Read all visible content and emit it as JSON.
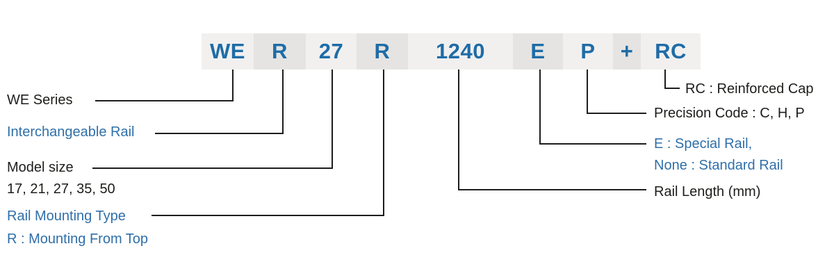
{
  "colors": {
    "bg": "#ffffff",
    "code_blue": "#1e6ca7",
    "label_blue": "#2f6fa9",
    "text_dark": "#1d1d1b",
    "line": "#1d1d1b",
    "seg_light": "#f1f0ef",
    "seg_dark": "#e5e4e2"
  },
  "model_code": {
    "segments": [
      {
        "text": "WE"
      },
      {
        "text": "R"
      },
      {
        "text": "27"
      },
      {
        "text": "R"
      },
      {
        "text": "1240"
      },
      {
        "text": "E"
      },
      {
        "text": "P"
      },
      {
        "text": "+"
      },
      {
        "text": "RC"
      }
    ]
  },
  "callouts": {
    "we_series": {
      "label": "WE Series"
    },
    "interchangeable": {
      "label": "Interchangeable Rail"
    },
    "model_size": {
      "label": "Model size",
      "sub": "17, 21, 27, 35, 50"
    },
    "rail_mounting": {
      "label": "Rail Mounting Type",
      "sub": "R : Mounting From Top"
    },
    "reinforced_cap": {
      "label": "RC : Reinforced Cap"
    },
    "precision_code": {
      "label": "Precision Code : C, H, P"
    },
    "special_rail": {
      "label": "E : Special Rail,",
      "sub": "None : Standard Rail"
    },
    "rail_length": {
      "label": "Rail Length (mm)"
    }
  }
}
